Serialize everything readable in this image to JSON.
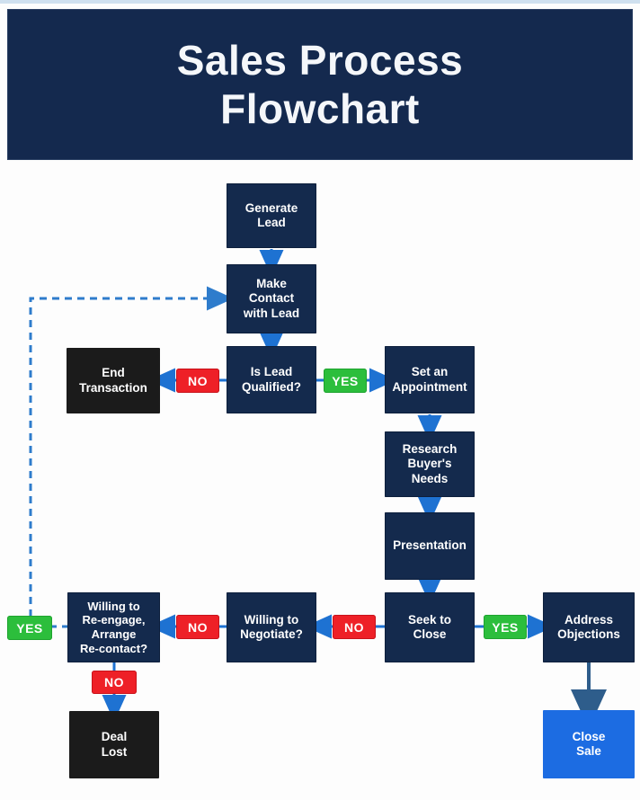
{
  "header": {
    "title": "Sales Process\nFlowchart"
  },
  "nodes": {
    "generate_lead": {
      "label": "Generate\nLead"
    },
    "make_contact": {
      "label": "Make\nContact\nwith Lead"
    },
    "is_lead_qualified": {
      "label": "Is Lead\nQualified?"
    },
    "end_transaction": {
      "label": "End\nTransaction"
    },
    "set_appointment": {
      "label": "Set an\nAppointment"
    },
    "research_needs": {
      "label": "Research\nBuyer's\nNeeds"
    },
    "presentation": {
      "label": "Presentation"
    },
    "seek_to_close": {
      "label": "Seek to\nClose"
    },
    "willing_negotiate": {
      "label": "Willing to\nNegotiate?"
    },
    "willing_reengage": {
      "label": "Willing to\nRe-engage,\nArrange\nRe-contact?"
    },
    "address_objections": {
      "label": "Address\nObjections"
    },
    "deal_lost": {
      "label": "Deal\nLost"
    },
    "close_sale": {
      "label": "Close\nSale"
    }
  },
  "badges": {
    "qualified_no": "NO",
    "qualified_yes": "YES",
    "loop_yes": "YES",
    "reengage_no": "NO",
    "negotiate_no": "NO",
    "seek_yes": "YES",
    "deal_no": "NO"
  },
  "edges": [
    {
      "from": "generate_lead",
      "to": "make_contact",
      "label": "",
      "style": "solid"
    },
    {
      "from": "make_contact",
      "to": "is_lead_qualified",
      "label": "",
      "style": "solid"
    },
    {
      "from": "is_lead_qualified",
      "to": "end_transaction",
      "label": "NO",
      "style": "solid"
    },
    {
      "from": "is_lead_qualified",
      "to": "set_appointment",
      "label": "YES",
      "style": "solid"
    },
    {
      "from": "set_appointment",
      "to": "research_needs",
      "label": "",
      "style": "solid"
    },
    {
      "from": "research_needs",
      "to": "presentation",
      "label": "",
      "style": "solid"
    },
    {
      "from": "presentation",
      "to": "seek_to_close",
      "label": "",
      "style": "solid"
    },
    {
      "from": "seek_to_close",
      "to": "willing_negotiate",
      "label": "NO",
      "style": "solid"
    },
    {
      "from": "willing_negotiate",
      "to": "willing_reengage",
      "label": "NO",
      "style": "solid"
    },
    {
      "from": "seek_to_close",
      "to": "address_objections",
      "label": "YES",
      "style": "solid"
    },
    {
      "from": "address_objections",
      "to": "close_sale",
      "label": "",
      "style": "solid-dark"
    },
    {
      "from": "willing_reengage",
      "to": "deal_lost",
      "label": "NO",
      "style": "solid"
    },
    {
      "from": "willing_reengage",
      "to": "make_contact",
      "label": "YES",
      "style": "dashed-loop"
    }
  ],
  "colors": {
    "header_bg": "#14294e",
    "node_bg": "#142a4d",
    "terminal_bg": "#1b1b1b",
    "close_sale_bg": "#1c6ce2",
    "no_bg": "#ee2027",
    "yes_bg": "#2cbe3c",
    "arrow": "#1e72d2",
    "arrow_dark": "#2e5d8b",
    "arrow_dashed": "#2e7ccc"
  }
}
